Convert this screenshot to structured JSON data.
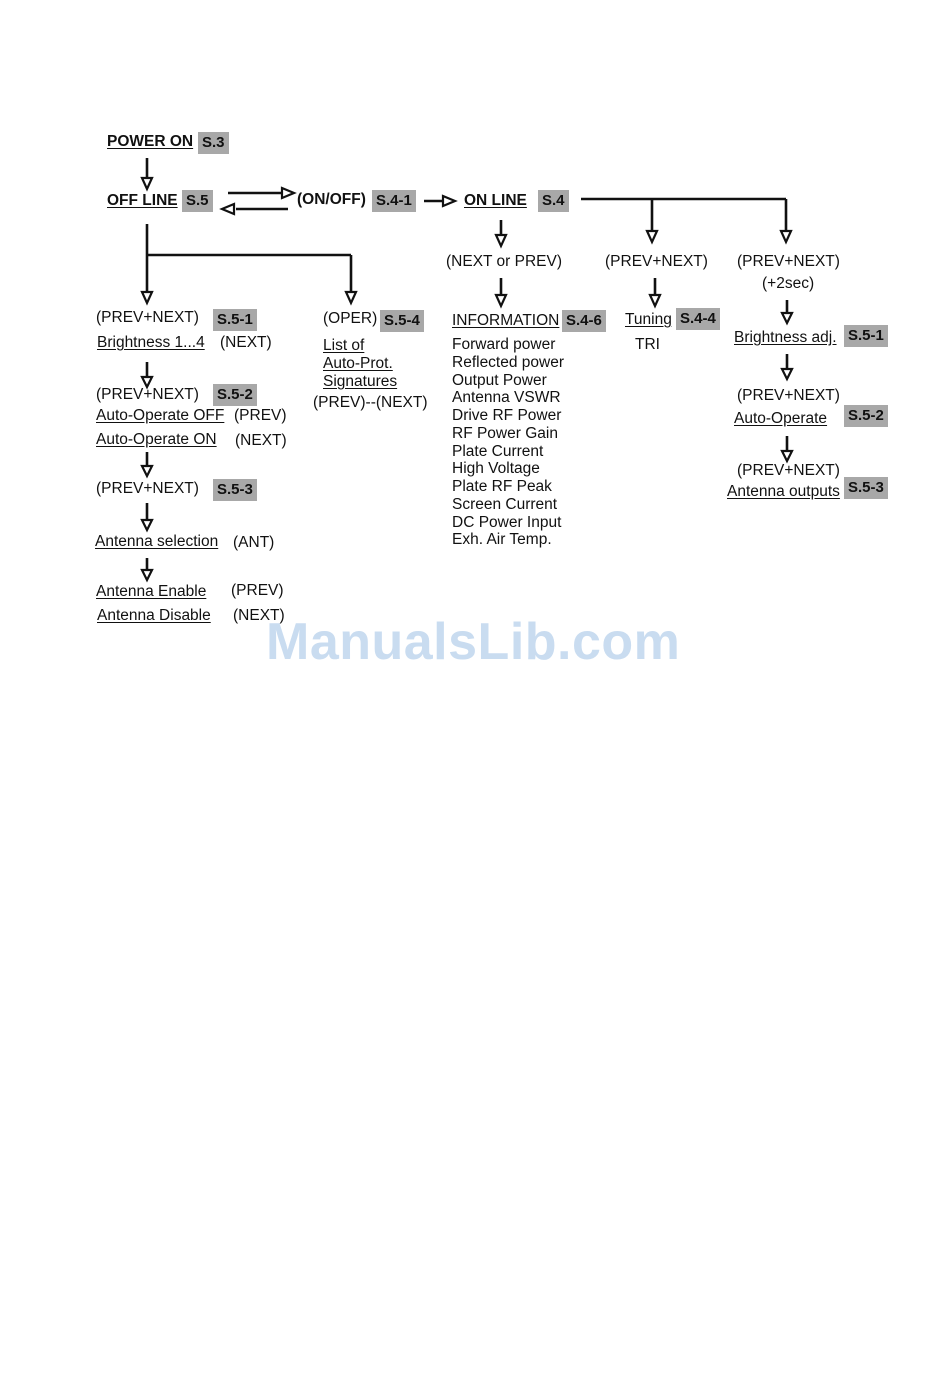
{
  "nodes": {
    "power_on": {
      "label": "POWER ON",
      "badge": "S.3"
    },
    "off_line": {
      "label": "OFF LINE",
      "badge": "S.5"
    },
    "on_off": {
      "label": "(ON/OFF)",
      "badge": "S.4-1"
    },
    "on_line": {
      "label": "ON LINE",
      "badge": "S.4"
    }
  },
  "offline_left": {
    "brightness_keys": "(PREV+NEXT)",
    "brightness_badge": "S.5-1",
    "brightness_label": "Brightness 1...4",
    "brightness_key": "(NEXT)",
    "autoop_keys": "(PREV+NEXT)",
    "autoop_badge": "S.5-2",
    "autoop_off": "Auto-Operate OFF",
    "autoop_off_key": "(PREV)",
    "autoop_on": "Auto-Operate ON",
    "autoop_on_key": "(NEXT)",
    "antsel_keys": "(PREV+NEXT)",
    "antsel_badge": "S.5-3",
    "antsel_label": "Antenna selection",
    "antsel_key": "(ANT)",
    "ant_enable": "Antenna Enable",
    "ant_enable_key": "(PREV)",
    "ant_disable": "Antenna Disable",
    "ant_disable_key": "(NEXT)"
  },
  "offline_oper": {
    "keys": "(OPER)",
    "badge": "S.5-4",
    "list_line1": "List of",
    "list_line2": "Auto-Prot.",
    "list_line3": "Signatures",
    "nav": "(PREV)--(NEXT)"
  },
  "online_info": {
    "keys": "(NEXT or PREV)",
    "label": "INFORMATION",
    "badge": "S.4-6",
    "items": [
      "Forward power",
      "Reflected power",
      "Output Power",
      "Antenna VSWR",
      "Drive RF Power",
      "RF Power Gain",
      "Plate Current",
      "High Voltage",
      "Plate RF Peak",
      "Screen Current",
      "DC Power Input",
      "Exh. Air Temp."
    ]
  },
  "online_tuning": {
    "keys": "(PREV+NEXT)",
    "label": "Tuning",
    "badge": "S.4-4",
    "value": "TRI"
  },
  "online_settings": {
    "keys": "(PREV+NEXT)",
    "keys_hold": "(+2sec)",
    "brightness": "Brightness adj.",
    "brightness_badge": "S.5-1",
    "autoop_keys": "(PREV+NEXT)",
    "autoop": "Auto-Operate",
    "autoop_badge": "S.5-2",
    "antenna_keys": "(PREV+NEXT)",
    "antenna": "Antenna outputs",
    "antenna_badge": "S.5-3"
  },
  "watermark": "ManualsLib.com"
}
